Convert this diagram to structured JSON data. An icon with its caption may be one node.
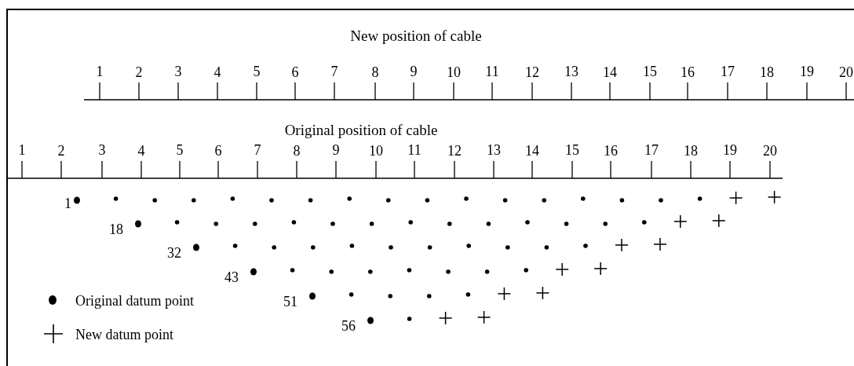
{
  "diagram": {
    "labels": [
      "New position of cable",
      "1",
      "2",
      "3",
      "4",
      "5",
      "6",
      "7",
      "8",
      "9",
      "10",
      "11",
      "12",
      "13",
      "14",
      "15",
      "16",
      "17",
      "18",
      "19",
      "20",
      "Original position of cable",
      "1",
      "2",
      "3",
      "4",
      "5",
      "6",
      "7",
      "8",
      "9",
      "10",
      "11",
      "12",
      "13",
      "14",
      "15",
      "16",
      "17",
      "18",
      "19",
      "20",
      "1",
      "18",
      "32",
      "43",
      "51",
      "56"
    ],
    "legend": [
      {
        "text": "Original datum point"
      },
      {
        "text": "New datum point"
      }
    ]
  }
}
